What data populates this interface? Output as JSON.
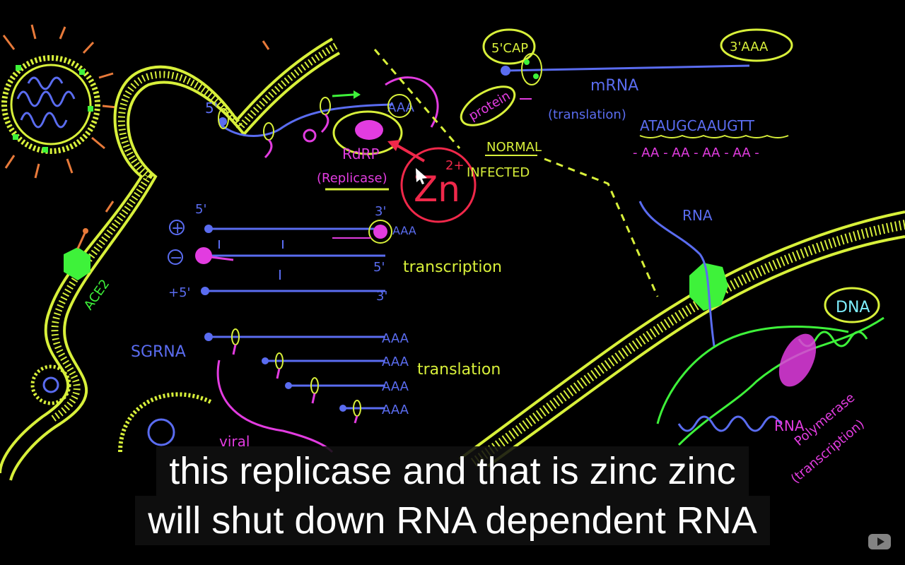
{
  "video": {
    "labels": {
      "five_cap": "5'CAP",
      "three_aaa": "3'AAA",
      "mrna": "mRNA",
      "translation_paren": "(translation)",
      "sequence": "ATAUGCAAUGTT",
      "amino": "- AA - AA - AA - AA -",
      "normal": "NORMAL",
      "infected": "INFECTED",
      "protein": "protein",
      "rdrp": "RdRP",
      "replicase": "(Replicase)",
      "zn": "Zn",
      "zn_charge": "2+",
      "five_prime": "5'",
      "three_prime": "3'",
      "plus": "+",
      "minus": "−",
      "plus_five": "+5'",
      "aaa": "AAA",
      "transcription": "transcription",
      "sgrna": "SGRNA",
      "translation": "translation",
      "ace2": "ACE2",
      "rna": "RNA",
      "dna": "DNA",
      "rna_polymerase_1": "RNA",
      "rna_polymerase_2": "Polymerase",
      "transcription_paren": "(transcription)",
      "viral": "viral"
    },
    "colors": {
      "yellow": "#d8f03a",
      "green": "#3ef23a",
      "blue": "#5a6cf0",
      "magenta": "#e23ce0",
      "red": "#f0284a",
      "orange": "#e87a3a",
      "teal": "#7ef0ff"
    }
  },
  "captions": {
    "line1": "this replicase and that is zinc zinc",
    "line2": "will shut down RNA dependent RNA"
  },
  "player": {
    "logo_icon": "youtube-logo-icon"
  }
}
